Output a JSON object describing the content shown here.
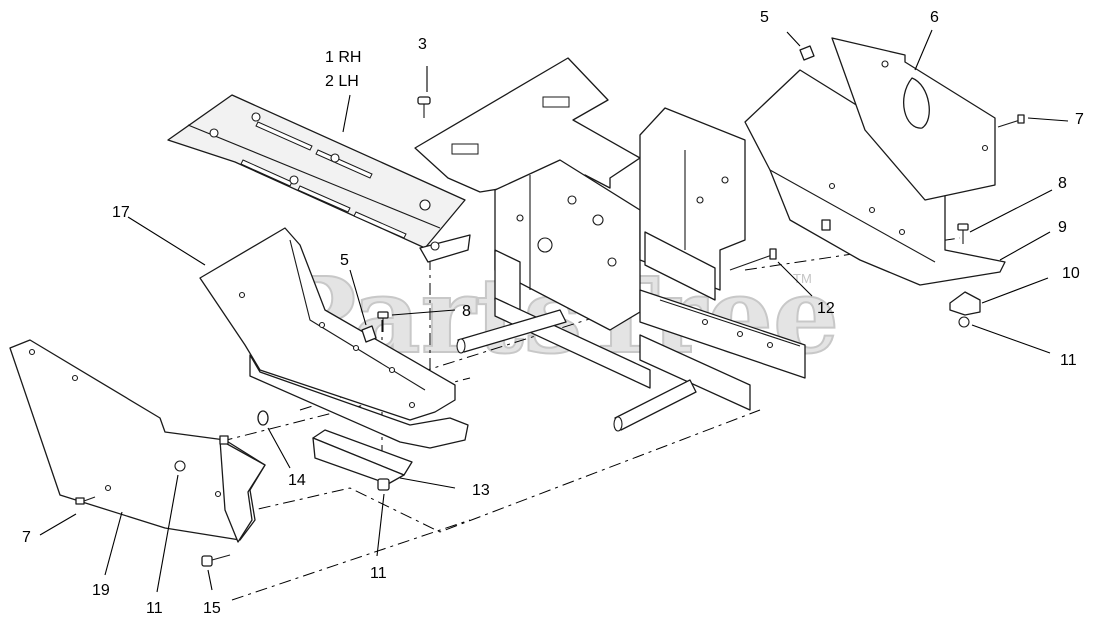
{
  "watermark": {
    "text": "PartsTree",
    "trademark": "TM"
  },
  "callouts": [
    {
      "id": "c-1rh",
      "text": "1 RH"
    },
    {
      "id": "c-2lh",
      "text": "2 LH"
    },
    {
      "id": "c-3",
      "text": "3"
    },
    {
      "id": "c-5a",
      "text": "5"
    },
    {
      "id": "c-6",
      "text": "6"
    },
    {
      "id": "c-7a",
      "text": "7"
    },
    {
      "id": "c-8a",
      "text": "8"
    },
    {
      "id": "c-9",
      "text": "9"
    },
    {
      "id": "c-10",
      "text": "10"
    },
    {
      "id": "c-11a",
      "text": "11"
    },
    {
      "id": "c-12",
      "text": "12"
    },
    {
      "id": "c-17",
      "text": "17"
    },
    {
      "id": "c-5b",
      "text": "5"
    },
    {
      "id": "c-8b",
      "text": "8"
    },
    {
      "id": "c-14",
      "text": "14"
    },
    {
      "id": "c-13",
      "text": "13"
    },
    {
      "id": "c-7b",
      "text": "7"
    },
    {
      "id": "c-19",
      "text": "19"
    },
    {
      "id": "c-11b",
      "text": "11"
    },
    {
      "id": "c-15",
      "text": "15"
    },
    {
      "id": "c-11c",
      "text": "11"
    }
  ]
}
